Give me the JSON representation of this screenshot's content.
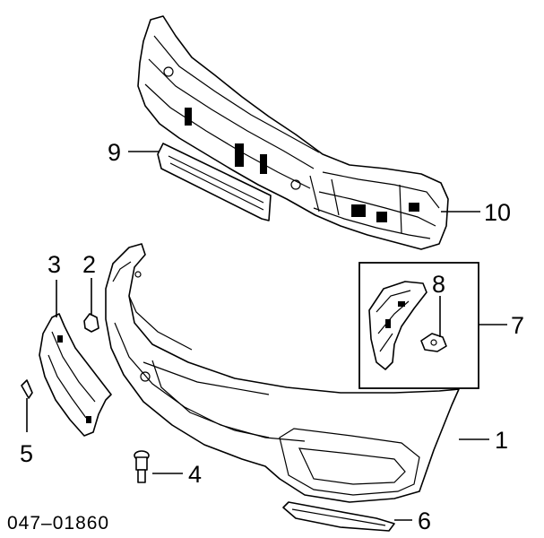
{
  "diagram": {
    "part_number": "047–01860",
    "callouts": [
      {
        "id": "1",
        "label": "1"
      },
      {
        "id": "2",
        "label": "2"
      },
      {
        "id": "3",
        "label": "3"
      },
      {
        "id": "4",
        "label": "4"
      },
      {
        "id": "5",
        "label": "5"
      },
      {
        "id": "6",
        "label": "6"
      },
      {
        "id": "7",
        "label": "7"
      },
      {
        "id": "8",
        "label": "8"
      },
      {
        "id": "9",
        "label": "9"
      },
      {
        "id": "10",
        "label": "10"
      }
    ]
  }
}
